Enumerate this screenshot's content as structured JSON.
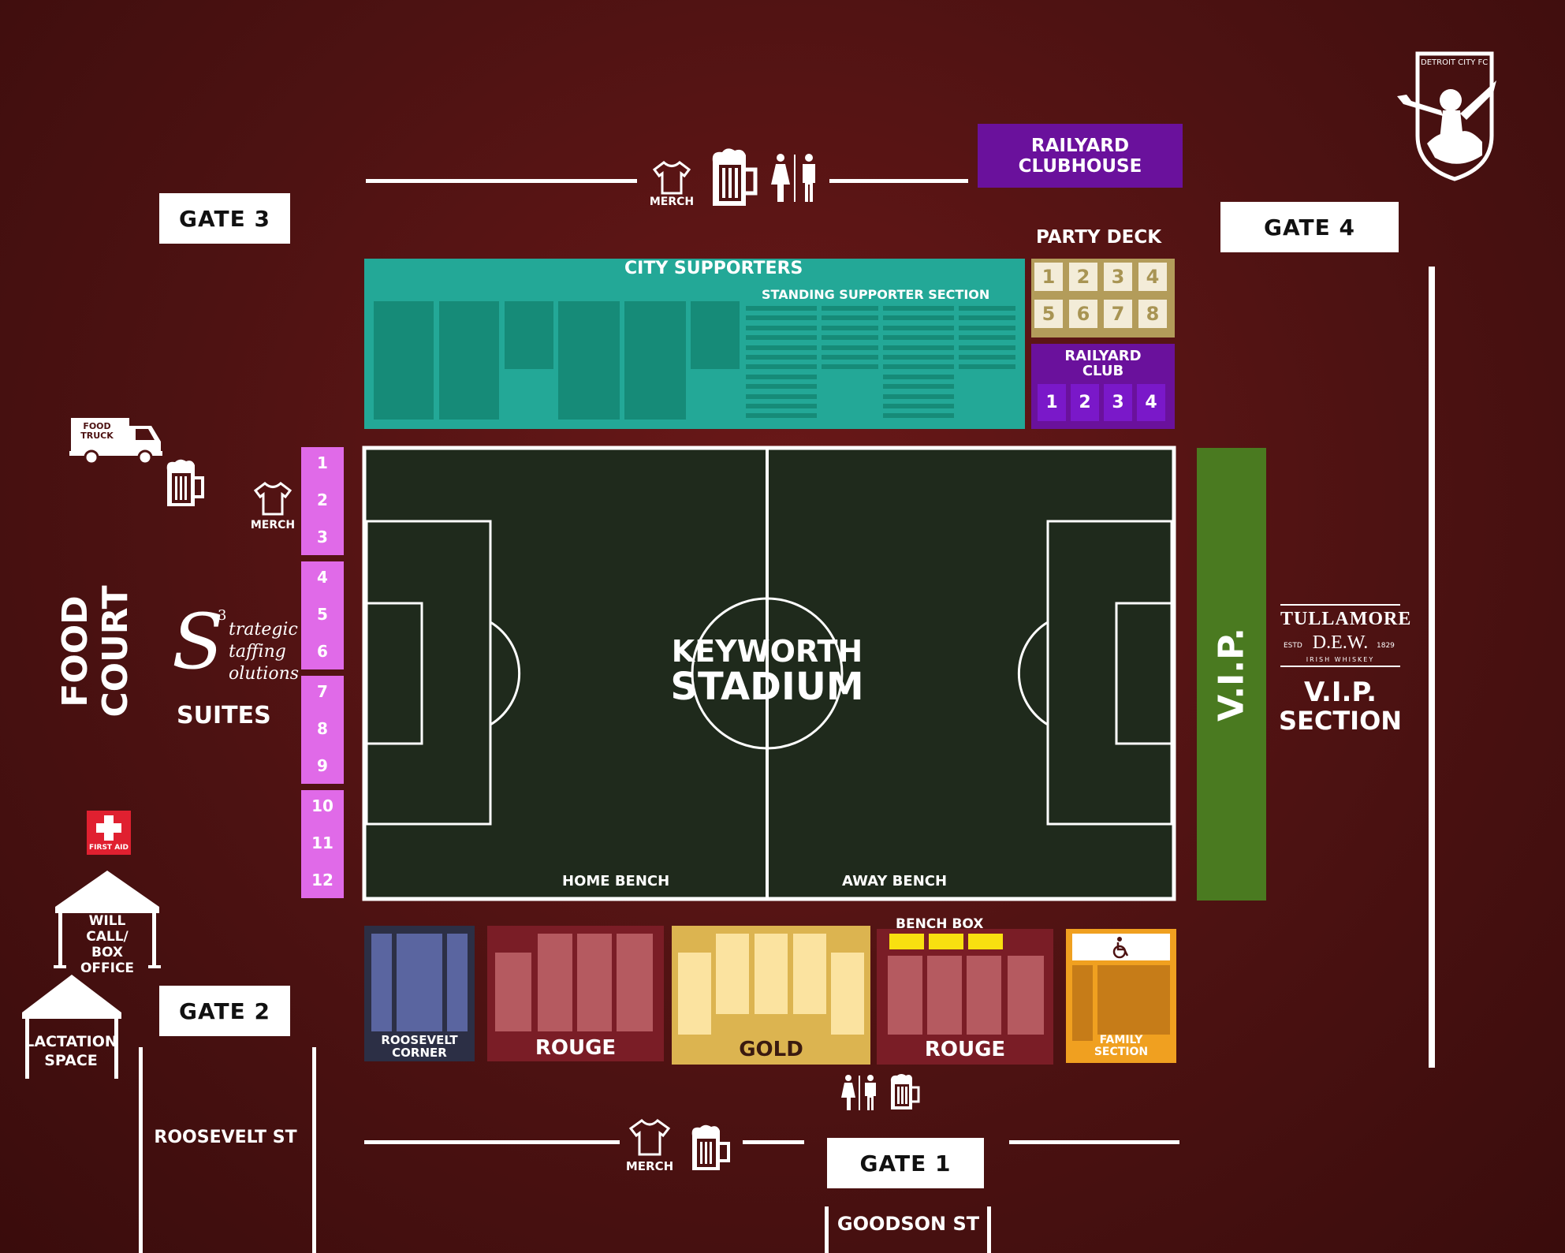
{
  "gates": {
    "gate1": "GATE 1",
    "gate2": "GATE 2",
    "gate3": "GATE 3",
    "gate4": "GATE 4"
  },
  "streets": {
    "roosevelt": "ROOSEVELT ST",
    "goodson": "GOODSON ST"
  },
  "logo": {
    "club": "DETROIT CITY FC"
  },
  "stadium": {
    "line1": "KEYWORTH",
    "line2": "STADIUM"
  },
  "field": {
    "home_bench": "HOME BENCH",
    "away_bench": "AWAY BENCH"
  },
  "clubhouse": {
    "line1": "RAILYARD",
    "line2": "CLUBHOUSE"
  },
  "party_deck": {
    "title": "PARTY DECK",
    "boxes": [
      "1",
      "2",
      "3",
      "4",
      "5",
      "6",
      "7",
      "8"
    ]
  },
  "railyard_club": {
    "line1": "RAILYARD",
    "line2": "CLUB",
    "boxes": [
      "1",
      "2",
      "3",
      "4"
    ]
  },
  "supporters": {
    "title": "CITY SUPPORTERS",
    "subtitle": "STANDING SUPPORTER SECTION"
  },
  "suites": {
    "label": "SUITES",
    "numbers": [
      "1",
      "2",
      "3",
      "4",
      "5",
      "6",
      "7",
      "8",
      "9",
      "10",
      "11",
      "12"
    ]
  },
  "sponsor_suites": {
    "letter": "S",
    "sup": "3",
    "l1": "trategic",
    "l2": "taffing",
    "l3": "olutions"
  },
  "vip": {
    "bar": "V.I.P.",
    "line1": "V.I.P.",
    "line2": "SECTION"
  },
  "tullamore": {
    "line1": "TULLAMORE",
    "line2": "D.E.W.",
    "estd": "ESTD",
    "year": "1829",
    "sub": "IRISH WHISKEY"
  },
  "food_court": {
    "label": "FOOD COURT",
    "truck_l1": "FOOD",
    "truck_l2": "TRUCK"
  },
  "first_aid": "FIRST AID",
  "will_call": {
    "l1": "WILL",
    "l2": "CALL/",
    "l3": "BOX",
    "l4": "OFFICE"
  },
  "lactation": {
    "l1": "LACTATION",
    "l2": "SPACE"
  },
  "merch": {
    "top": "MERCH",
    "left": "MERCH",
    "bottom": "MERCH"
  },
  "sections_bottom": {
    "roosevelt_corner_l1": "ROOSEVELT",
    "roosevelt_corner_l2": "CORNER",
    "rouge_left": "ROUGE",
    "gold": "GOLD",
    "bench_box": "BENCH BOX",
    "rouge_right": "ROUGE",
    "family_l1": "FAMILY",
    "family_l2": "SECTION"
  },
  "colors": {
    "background": "#4d1212",
    "supporters": "#23a897",
    "field": "#1f2a1c",
    "suites": "#e06ae8",
    "vip": "#4a7a20",
    "clubhouse": "#6a119c",
    "rouge": "#7a1d26",
    "gold": "#dcb450",
    "family": "#f0a020",
    "roosevelt_corner": "#2c2f45"
  }
}
